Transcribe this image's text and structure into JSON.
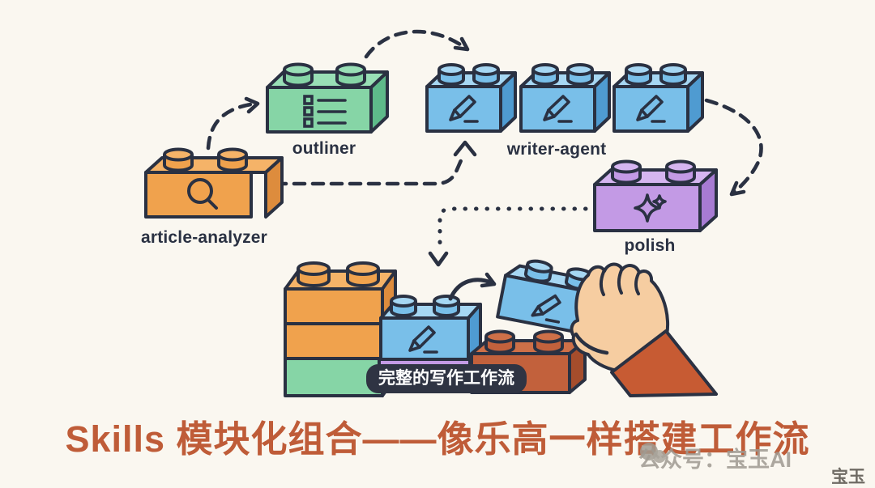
{
  "scene": {
    "background_color": "#faf7f0",
    "outline_color": "#2a3142"
  },
  "blocks": {
    "article_analyzer": {
      "label": "article-analyzer",
      "color": "#f0a24d",
      "icon": "magnifier"
    },
    "outliner": {
      "label": "outliner",
      "color": "#86d5a6",
      "icon": "checklist"
    },
    "writer_agent": {
      "label": "writer-agent",
      "color": "#79bfe9",
      "icon": "pencil",
      "count": 3
    },
    "polish": {
      "label": "polish",
      "color": "#c39ae5",
      "icon": "sparkle"
    }
  },
  "flow": [
    "article-analyzer -> outliner",
    "outliner -> writer-agent",
    "article-analyzer -> writer-agent",
    "writer-agent -> polish",
    "polish -> assembled-workflow"
  ],
  "assembly": {
    "badge_text": "完整的写作工作流",
    "badge_bg": "#2f3443",
    "brick_colors": [
      "#f0a24d",
      "#f0a24d",
      "#86d5a6",
      "#79bfe9",
      "#c39ae5",
      "#c2613c"
    ],
    "hand": {
      "skin": "#f6cda1",
      "sleeve": "#c75b33"
    }
  },
  "title": {
    "text": "Skills 模块化组合——像乐高一样搭建工作流",
    "color": "#bf5c38"
  },
  "watermark": {
    "label": "公众号：宝玉AI",
    "signature": "宝玉"
  }
}
